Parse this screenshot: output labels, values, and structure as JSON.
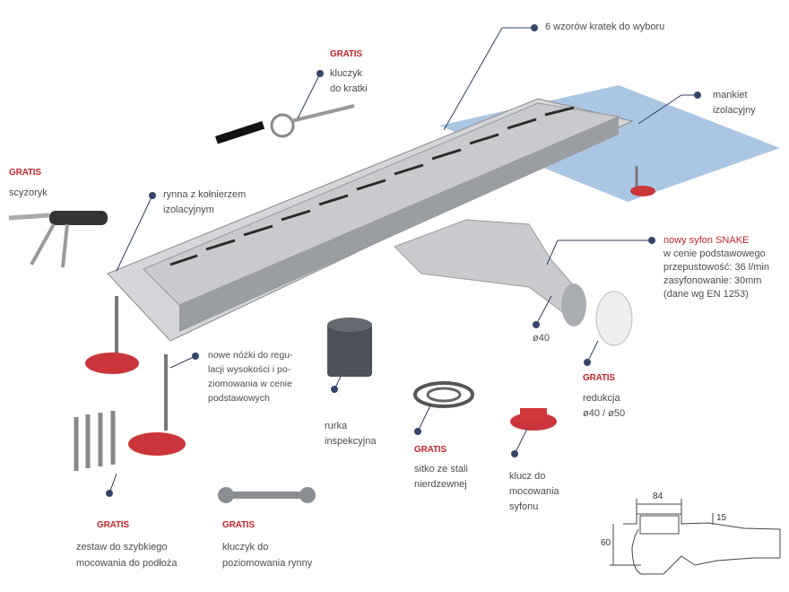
{
  "badge": "GRATIS",
  "colors": {
    "accent": "#c4262e",
    "dot": "#34466b",
    "steel": "#b9bcc0"
  },
  "callouts": {
    "grates": "6 wzorów kratek do wyboru",
    "grate_key": [
      "kluczyk",
      "do kratki"
    ],
    "membrane": [
      "mankiet",
      "izolacyjny"
    ],
    "pocketknife": "scyzoryk",
    "channel": [
      "rynna z kołnierzem",
      "izolacyjnym"
    ],
    "siphon": {
      "title": "nowy syfon SNAKE",
      "lines": [
        "w cenie podstawowego",
        "przepustowość: 36 l/min",
        "zasyfonowanie: 30mm",
        "(dane wg EN 1253)"
      ]
    },
    "outlet": "ø40",
    "reducer": [
      "redukcja",
      "ø40 / ø50"
    ],
    "feet": [
      "nowe nóżki do regu-",
      "lacji wysokości i po-",
      "ziomowania w cenie",
      "podstawowych"
    ],
    "inspection_pipe": [
      "rurka",
      "inspekcyjna"
    ],
    "strainer": [
      "sitko ze stali",
      "nierdzewnej"
    ],
    "siphon_key": [
      "klucz do",
      "mocowania",
      "syfonu"
    ],
    "mounting_kit": [
      "zestaw do szybkiego",
      "mocowania do podłoża"
    ],
    "leveling_key": [
      "kluczyk do",
      "poziomowania rynny"
    ]
  },
  "dimensions": {
    "width": "84",
    "flange": "15",
    "height": "60"
  }
}
